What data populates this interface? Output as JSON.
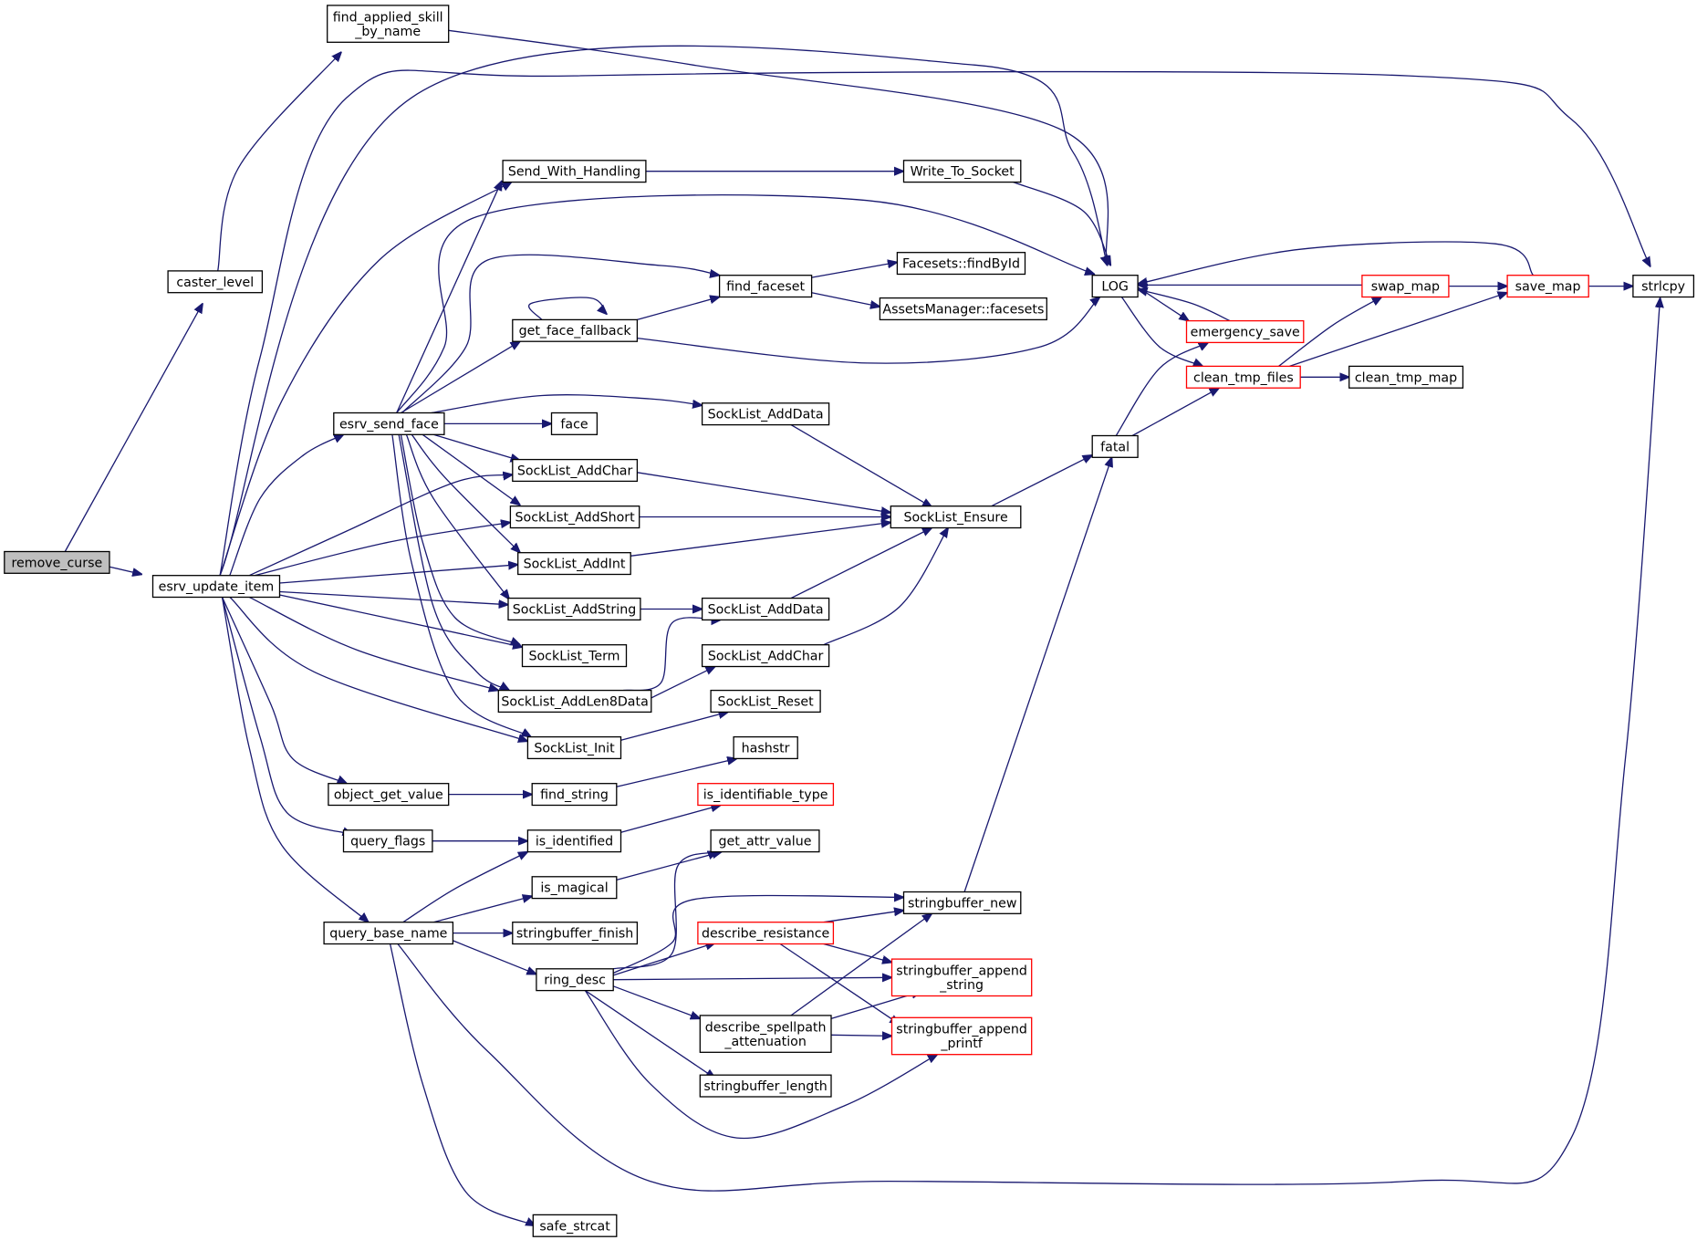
{
  "colors": {
    "edge": "#191970",
    "node_border": "#000000",
    "truncated_border": "#ff0000",
    "root_fill": "#bfbfbf",
    "background": "#ffffff"
  },
  "nodes": {
    "remove_curse": {
      "lines": [
        "remove_curse"
      ],
      "root": true
    },
    "esrv_update_item": {
      "lines": [
        "esrv_update_item"
      ]
    },
    "caster_level": {
      "lines": [
        "caster_level"
      ]
    },
    "find_applied_skill_by_name": {
      "lines": [
        "find_applied_skill",
        "_by_name"
      ]
    },
    "LOG": {
      "lines": [
        "LOG"
      ]
    },
    "strlcpy": {
      "lines": [
        "strlcpy"
      ]
    },
    "Send_With_Handling": {
      "lines": [
        "Send_With_Handling"
      ]
    },
    "Write_To_Socket": {
      "lines": [
        "Write_To_Socket"
      ]
    },
    "find_faceset": {
      "lines": [
        "find_faceset"
      ]
    },
    "Facesets_findById": {
      "lines": [
        "Facesets::findById"
      ]
    },
    "AssetsManager_facesets": {
      "lines": [
        "AssetsManager::facesets"
      ]
    },
    "get_face_fallback": {
      "lines": [
        "get_face_fallback"
      ]
    },
    "esrv_send_face": {
      "lines": [
        "esrv_send_face"
      ]
    },
    "face": {
      "lines": [
        "face"
      ]
    },
    "SockList_AddData_1": {
      "lines": [
        "SockList_AddData"
      ]
    },
    "SockList_AddChar_1": {
      "lines": [
        "SockList_AddChar"
      ]
    },
    "SockList_AddShort": {
      "lines": [
        "SockList_AddShort"
      ]
    },
    "SockList_AddInt": {
      "lines": [
        "SockList_AddInt"
      ]
    },
    "SockList_AddString": {
      "lines": [
        "SockList_AddString"
      ]
    },
    "SockList_AddData_2": {
      "lines": [
        "SockList_AddData"
      ]
    },
    "SockList_Term": {
      "lines": [
        "SockList_Term"
      ]
    },
    "SockList_AddChar_2": {
      "lines": [
        "SockList_AddChar"
      ]
    },
    "SockList_AddLen8Data": {
      "lines": [
        "SockList_AddLen8Data"
      ]
    },
    "SockList_Reset": {
      "lines": [
        "SockList_Reset"
      ]
    },
    "SockList_Init": {
      "lines": [
        "SockList_Init"
      ]
    },
    "SockList_Ensure": {
      "lines": [
        "SockList_Ensure"
      ]
    },
    "hashstr": {
      "lines": [
        "hashstr"
      ]
    },
    "object_get_value": {
      "lines": [
        "object_get_value"
      ]
    },
    "find_string": {
      "lines": [
        "find_string"
      ]
    },
    "is_identifiable_type": {
      "lines": [
        "is_identifiable_type"
      ],
      "truncated": true
    },
    "query_flags": {
      "lines": [
        "query_flags"
      ]
    },
    "is_identified": {
      "lines": [
        "is_identified"
      ]
    },
    "get_attr_value": {
      "lines": [
        "get_attr_value"
      ]
    },
    "is_magical": {
      "lines": [
        "is_magical"
      ]
    },
    "stringbuffer_new": {
      "lines": [
        "stringbuffer_new"
      ]
    },
    "query_base_name": {
      "lines": [
        "query_base_name"
      ]
    },
    "stringbuffer_finish": {
      "lines": [
        "stringbuffer_finish"
      ]
    },
    "describe_resistance": {
      "lines": [
        "describe_resistance"
      ],
      "truncated": true
    },
    "ring_desc": {
      "lines": [
        "ring_desc"
      ]
    },
    "stringbuffer_append_string": {
      "lines": [
        "stringbuffer_append",
        "_string"
      ],
      "truncated": true
    },
    "describe_spellpath_attenuation": {
      "lines": [
        "describe_spellpath",
        "_attenuation"
      ]
    },
    "stringbuffer_append_printf": {
      "lines": [
        "stringbuffer_append",
        "_printf"
      ],
      "truncated": true
    },
    "stringbuffer_length": {
      "lines": [
        "stringbuffer_length"
      ]
    },
    "safe_strcat": {
      "lines": [
        "safe_strcat"
      ]
    },
    "fatal": {
      "lines": [
        "fatal"
      ]
    },
    "emergency_save": {
      "lines": [
        "emergency_save"
      ],
      "truncated": true
    },
    "clean_tmp_files": {
      "lines": [
        "clean_tmp_files"
      ],
      "truncated": true
    },
    "clean_tmp_map": {
      "lines": [
        "clean_tmp_map"
      ]
    },
    "swap_map": {
      "lines": [
        "swap_map"
      ],
      "truncated": true
    },
    "save_map": {
      "lines": [
        "save_map"
      ],
      "truncated": true
    }
  },
  "edges": [
    [
      "remove_curse",
      "caster_level"
    ],
    [
      "remove_curse",
      "esrv_update_item"
    ],
    [
      "caster_level",
      "find_applied_skill_by_name"
    ],
    [
      "find_applied_skill_by_name",
      "LOG"
    ],
    [
      "esrv_update_item",
      "strlcpy"
    ],
    [
      "esrv_update_item",
      "Send_With_Handling"
    ],
    [
      "esrv_update_item",
      "esrv_send_face"
    ],
    [
      "esrv_update_item",
      "SockList_AddChar_1"
    ],
    [
      "esrv_update_item",
      "SockList_AddShort"
    ],
    [
      "esrv_update_item",
      "SockList_AddInt"
    ],
    [
      "esrv_update_item",
      "SockList_AddString"
    ],
    [
      "esrv_update_item",
      "SockList_Term"
    ],
    [
      "esrv_update_item",
      "SockList_AddLen8Data"
    ],
    [
      "esrv_update_item",
      "SockList_Init"
    ],
    [
      "esrv_update_item",
      "object_get_value"
    ],
    [
      "esrv_update_item",
      "query_flags"
    ],
    [
      "esrv_update_item",
      "query_base_name"
    ],
    [
      "esrv_update_item",
      "LOG"
    ],
    [
      "Send_With_Handling",
      "Write_To_Socket"
    ],
    [
      "Write_To_Socket",
      "LOG"
    ],
    [
      "esrv_send_face",
      "Send_With_Handling"
    ],
    [
      "esrv_send_face",
      "LOG"
    ],
    [
      "esrv_send_face",
      "find_faceset"
    ],
    [
      "esrv_send_face",
      "get_face_fallback"
    ],
    [
      "esrv_send_face",
      "face"
    ],
    [
      "esrv_send_face",
      "SockList_AddData_1"
    ],
    [
      "esrv_send_face",
      "SockList_AddChar_1"
    ],
    [
      "esrv_send_face",
      "SockList_AddShort"
    ],
    [
      "esrv_send_face",
      "SockList_AddInt"
    ],
    [
      "esrv_send_face",
      "SockList_AddString"
    ],
    [
      "esrv_send_face",
      "SockList_Term"
    ],
    [
      "esrv_send_face",
      "SockList_AddLen8Data"
    ],
    [
      "esrv_send_face",
      "SockList_Init"
    ],
    [
      "find_faceset",
      "Facesets_findById"
    ],
    [
      "find_faceset",
      "AssetsManager_facesets"
    ],
    [
      "get_face_fallback",
      "get_face_fallback"
    ],
    [
      "get_face_fallback",
      "find_faceset"
    ],
    [
      "get_face_fallback",
      "LOG"
    ],
    [
      "SockList_AddData_1",
      "SockList_Ensure"
    ],
    [
      "SockList_AddChar_1",
      "SockList_Ensure"
    ],
    [
      "SockList_AddShort",
      "SockList_Ensure"
    ],
    [
      "SockList_AddInt",
      "SockList_Ensure"
    ],
    [
      "SockList_AddString",
      "SockList_AddData_2"
    ],
    [
      "SockList_AddData_2",
      "SockList_Ensure"
    ],
    [
      "SockList_AddLen8Data",
      "SockList_AddData_2"
    ],
    [
      "SockList_AddLen8Data",
      "SockList_AddChar_2"
    ],
    [
      "SockList_AddChar_2",
      "SockList_Ensure"
    ],
    [
      "SockList_Init",
      "SockList_Reset"
    ],
    [
      "SockList_Ensure",
      "fatal"
    ],
    [
      "object_get_value",
      "find_string"
    ],
    [
      "find_string",
      "hashstr"
    ],
    [
      "query_flags",
      "is_identified"
    ],
    [
      "is_identified",
      "is_identifiable_type"
    ],
    [
      "query_base_name",
      "is_identified"
    ],
    [
      "query_base_name",
      "is_magical"
    ],
    [
      "query_base_name",
      "stringbuffer_finish"
    ],
    [
      "query_base_name",
      "ring_desc"
    ],
    [
      "query_base_name",
      "safe_strcat"
    ],
    [
      "query_base_name",
      "strlcpy"
    ],
    [
      "is_magical",
      "get_attr_value"
    ],
    [
      "ring_desc",
      "get_attr_value"
    ],
    [
      "ring_desc",
      "stringbuffer_new"
    ],
    [
      "ring_desc",
      "describe_resistance"
    ],
    [
      "ring_desc",
      "stringbuffer_append_string"
    ],
    [
      "ring_desc",
      "describe_spellpath_attenuation"
    ],
    [
      "ring_desc",
      "stringbuffer_length"
    ],
    [
      "ring_desc",
      "stringbuffer_append_printf"
    ],
    [
      "describe_resistance",
      "stringbuffer_new"
    ],
    [
      "describe_resistance",
      "stringbuffer_append_string"
    ],
    [
      "describe_resistance",
      "stringbuffer_append_printf"
    ],
    [
      "describe_spellpath_attenuation",
      "stringbuffer_new"
    ],
    [
      "describe_spellpath_attenuation",
      "stringbuffer_append_string"
    ],
    [
      "describe_spellpath_attenuation",
      "stringbuffer_append_printf"
    ],
    [
      "stringbuffer_new",
      "fatal"
    ],
    [
      "fatal",
      "emergency_save"
    ],
    [
      "fatal",
      "clean_tmp_files"
    ],
    [
      "LOG",
      "emergency_save"
    ],
    [
      "LOG",
      "clean_tmp_files"
    ],
    [
      "emergency_save",
      "LOG"
    ],
    [
      "clean_tmp_files",
      "clean_tmp_map"
    ],
    [
      "clean_tmp_files",
      "swap_map"
    ],
    [
      "clean_tmp_files",
      "save_map"
    ],
    [
      "swap_map",
      "LOG"
    ],
    [
      "swap_map",
      "save_map"
    ],
    [
      "save_map",
      "LOG"
    ],
    [
      "save_map",
      "strlcpy"
    ]
  ]
}
